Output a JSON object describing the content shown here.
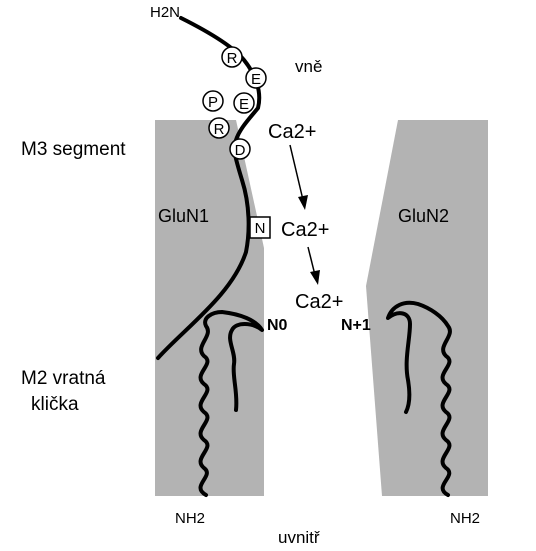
{
  "labels": {
    "n_terminus": "H2N",
    "outside": "vně",
    "m3_segment": "M3 segment",
    "subunit_left": "GluN1",
    "subunit_right": "GluN2",
    "m2_loop_line1": "M2 vratná",
    "m2_loop_line2": "klička",
    "inside": "uvnitř",
    "nh2_left": "NH2",
    "nh2_right": "NH2",
    "site_n0": "N0",
    "site_n1": "N+1"
  },
  "ions": {
    "ca_upper": "Ca2+",
    "ca_middle": "Ca2+",
    "ca_lower": "Ca2+"
  },
  "residues": {
    "r1": "R",
    "e1": "E",
    "p": "P",
    "e2": "E",
    "r2": "R",
    "d": "D",
    "n_boxed": "N"
  },
  "colors": {
    "membrane": "#b3b3b3",
    "ink": "#000000",
    "background": "#ffffff"
  }
}
